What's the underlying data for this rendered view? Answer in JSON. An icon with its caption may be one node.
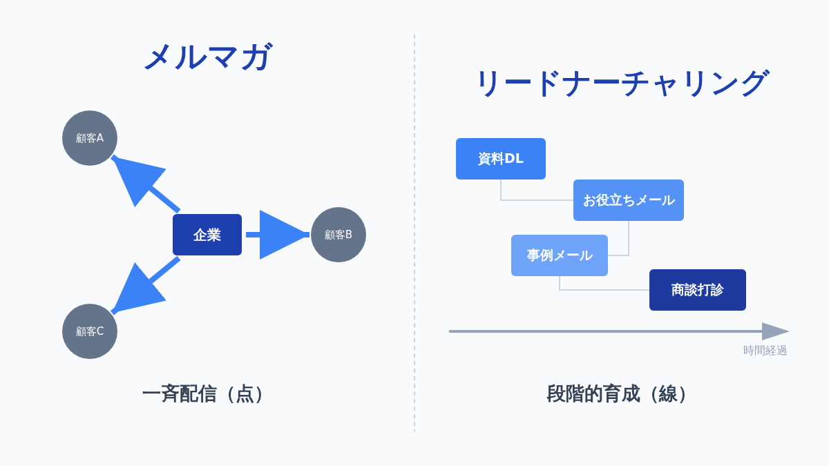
{
  "diagram": {
    "nodes": [
      {
        "text": [
          "企業"
        ]
      },
      {
        "text": [
          "顧客A"
        ]
      },
      {
        "text": [
          "顧客B"
        ]
      },
      {
        "text": [
          "顧客C"
        ]
      },
      {
        "text": [
          "資料DL"
        ]
      },
      {
        "text": [
          "お役立ちメール"
        ]
      },
      {
        "text": [
          "事例メール"
        ]
      },
      {
        "text": [
          "商談打診"
        ]
      }
    ],
    "edges": [
      {
        "from": 0,
        "to": 1,
        "arrow": "to",
        "style": "thick",
        "color": "#3b82f6"
      },
      {
        "from": 0,
        "to": 2,
        "arrow": "to",
        "style": "thick",
        "color": "#3b82f6"
      },
      {
        "from": 0,
        "to": 3,
        "arrow": "to",
        "style": "thick",
        "color": "#3b82f6"
      },
      {
        "from": 4,
        "to": 5,
        "arrow": "none",
        "color": "#cbd5e1"
      },
      {
        "from": 5,
        "to": 6,
        "arrow": "none",
        "color": "#cbd5e1"
      },
      {
        "from": 6,
        "to": 7,
        "arrow": "none",
        "color": "#cbd5e1"
      }
    ],
    "labels": [
      "メルマガ",
      "リードナーチャリング",
      "一斉配信（点）",
      "段階的育成（線）",
      "時間経過"
    ]
  }
}
